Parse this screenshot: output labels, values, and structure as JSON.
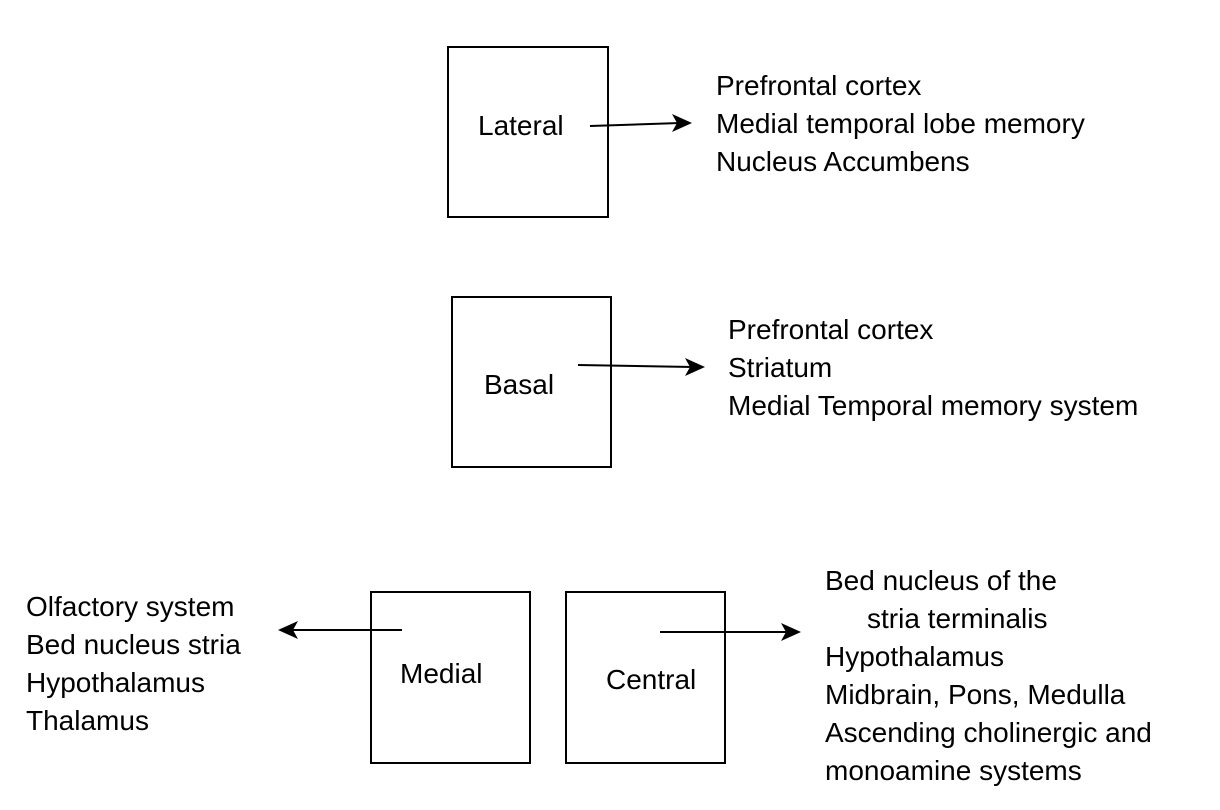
{
  "nodes": {
    "lateral": {
      "label": "Lateral",
      "targets": [
        "Prefrontal cortex",
        "Medial temporal lobe memory",
        "Nucleus Accumbens"
      ]
    },
    "basal": {
      "label": "Basal",
      "targets": [
        "Prefrontal cortex",
        "Striatum",
        "Medial Temporal memory system"
      ]
    },
    "medial": {
      "label": "Medial",
      "targets": [
        "Olfactory system",
        "Bed nucleus stria",
        "Hypothalamus",
        "Thalamus"
      ]
    },
    "central": {
      "label": "Central",
      "targets": [
        "Bed nucleus of the",
        "stria terminalis",
        "Hypothalamus",
        "Midbrain, Pons, Medulla",
        "Ascending cholinergic and",
        "monoamine systems"
      ]
    }
  }
}
